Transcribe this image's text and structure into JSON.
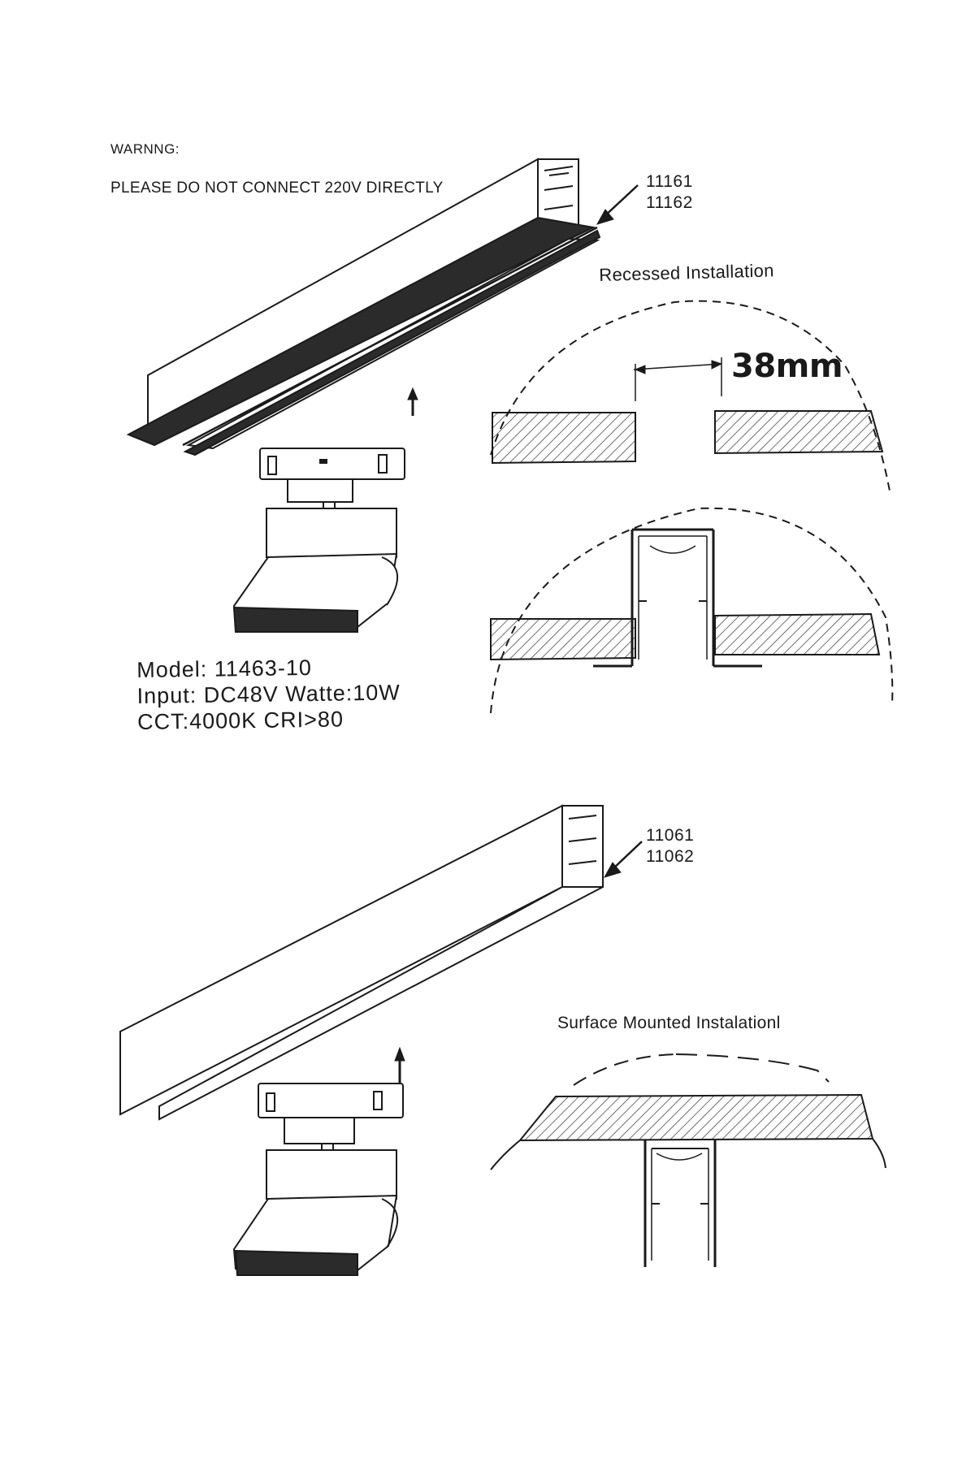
{
  "warning": {
    "title": "WARNNG:",
    "text": "PLEASE DO NOT CONNECT 220V DIRECTLY"
  },
  "recessed": {
    "profile_codes": [
      "11161",
      "11162"
    ],
    "title": "Recessed Installation",
    "dimension": "38mm"
  },
  "spot_spec": {
    "model": "Model:  11463-10",
    "input": "Input:  DC48V Watte:10W",
    "cct": "CCT:4000K CRI>80"
  },
  "surface": {
    "profile_codes": [
      "11061",
      "11062"
    ],
    "title": "Surface Mounted Instalationl"
  },
  "colors": {
    "ink": "#1a1a1a",
    "hatch": "#333333",
    "background": "#ffffff"
  }
}
